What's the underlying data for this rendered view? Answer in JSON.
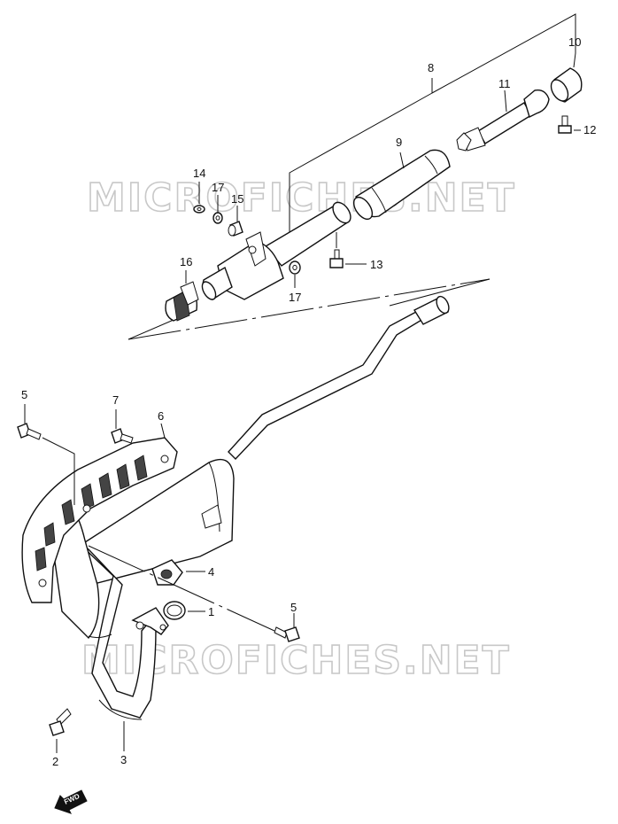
{
  "watermarks": [
    "MICROFICHES.NET",
    "MICROFICHES.NET"
  ],
  "fwd_label": "FWD",
  "callouts": {
    "c1": "1",
    "c2": "2",
    "c3": "3",
    "c4": "4",
    "c5a": "5",
    "c5b": "5",
    "c6": "6",
    "c7": "7",
    "c8": "8",
    "c9": "9",
    "c10": "10",
    "c11": "11",
    "c12": "12",
    "c13": "13",
    "c14": "14",
    "c15": "15",
    "c16": "16",
    "c17a": "17",
    "c17b": "17"
  },
  "colors": {
    "line": "#111111",
    "background": "#ffffff",
    "watermark": "#c8c8c8"
  }
}
